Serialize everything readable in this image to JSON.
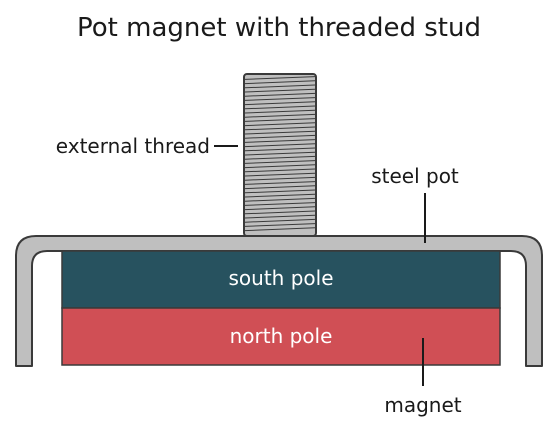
{
  "title": "Pot magnet with threaded stud",
  "labels": {
    "external_thread": "external thread",
    "steel_pot": "steel pot",
    "south_pole": "south pole",
    "north_pole": "north pole",
    "magnet": "magnet"
  },
  "colors": {
    "steel": "#bfbfbf",
    "outline": "#3a3a3a",
    "south_pole": "#27525f",
    "north_pole": "#d04f55",
    "text": "#1a1a1a"
  }
}
